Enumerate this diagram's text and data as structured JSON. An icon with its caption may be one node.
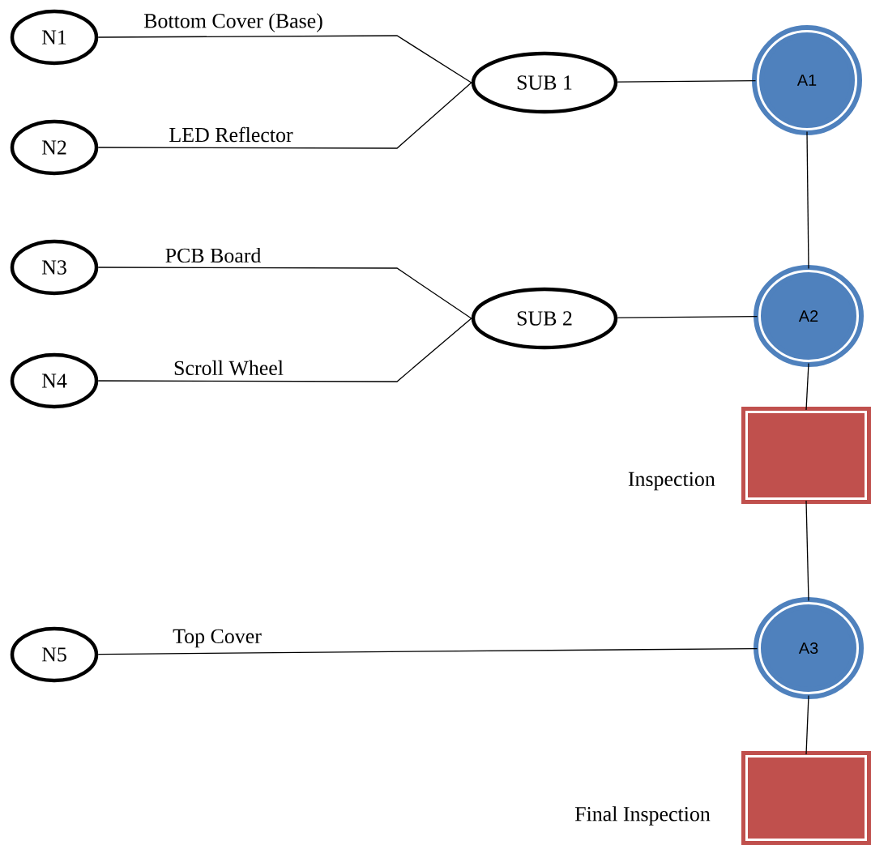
{
  "diagram": {
    "nodes": [
      {
        "text": [
          "N1"
        ]
      },
      {
        "text": [
          "N2"
        ]
      },
      {
        "text": [
          "N3"
        ]
      },
      {
        "text": [
          "N4"
        ]
      },
      {
        "text": [
          "N5"
        ]
      },
      {
        "text": [
          "SUB 1"
        ]
      },
      {
        "text": [
          "SUB 2"
        ]
      },
      {
        "text": [
          "A1"
        ]
      },
      {
        "text": [
          "A2"
        ]
      },
      {
        "text": [],
        "shape": "box",
        "beside": [
          "Inspection"
        ]
      },
      {
        "text": [
          "A3"
        ]
      },
      {
        "text": [],
        "shape": "box",
        "beside": [
          "Final Inspection"
        ]
      }
    ],
    "edges": [
      {
        "from": 0,
        "to": 5,
        "arrow": "none",
        "label": "Bottom Cover (Base)"
      },
      {
        "from": 1,
        "to": 5,
        "arrow": "none",
        "label": "LED Reflector"
      },
      {
        "from": 2,
        "to": 6,
        "arrow": "none",
        "label": "PCB Board"
      },
      {
        "from": 3,
        "to": 6,
        "arrow": "none",
        "label": "Scroll Wheel"
      },
      {
        "from": 5,
        "to": 7,
        "arrow": "none"
      },
      {
        "from": 6,
        "to": 8,
        "arrow": "none"
      },
      {
        "from": 7,
        "to": 8,
        "arrow": "none"
      },
      {
        "from": 8,
        "to": 9,
        "arrow": "none"
      },
      {
        "from": 9,
        "to": 10,
        "arrow": "none"
      },
      {
        "from": 4,
        "to": 10,
        "arrow": "none",
        "label": "Top Cover"
      },
      {
        "from": 10,
        "to": 11,
        "arrow": "none"
      }
    ]
  }
}
